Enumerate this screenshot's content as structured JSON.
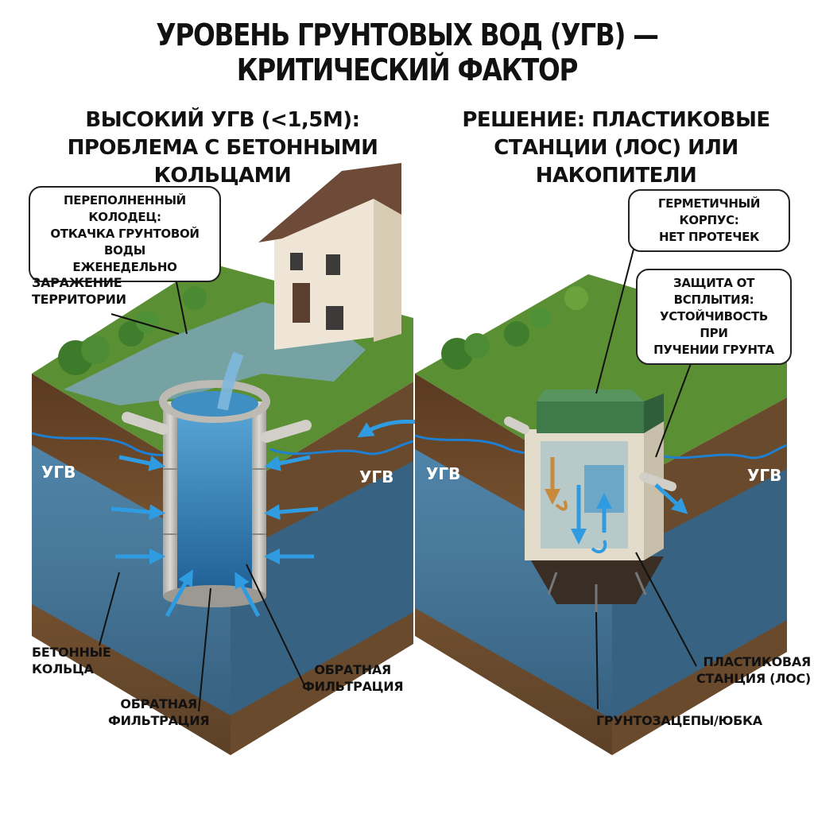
{
  "title": "УРОВЕНЬ ГРУНТОВЫХ ВОД (УГВ) — КРИТИЧЕСКИЙ ФАКТОР",
  "left": {
    "heading": [
      "ВЫСОКИЙ УГВ (<1,5М):",
      "ПРОБЛЕМА С БЕТОННЫМИ КОЛЬЦАМИ"
    ],
    "callout": [
      "ПЕРЕПОЛНЕННЫЙ КОЛОДЕЦ:",
      "ОТКАЧКА ГРУНТОВОЙ ВОДЫ",
      "ЕЖЕНЕДЕЛЬНО"
    ],
    "contamination": [
      "ЗАРАЖЕНИЕ",
      "ТЕРРИТОРИИ"
    ],
    "rings": [
      "БЕТОННЫЕ",
      "КОЛЬЦА"
    ],
    "backflow_right": [
      "ОБРАТНАЯ",
      "ФИЛЬТРАЦИЯ"
    ],
    "backflow_bottom": [
      "ОБРАТНАЯ",
      "ФИЛЬТРАЦИЯ"
    ],
    "ugv_left": "УГВ",
    "ugv_right": "УГВ"
  },
  "right": {
    "heading": [
      "РЕШЕНИЕ: ПЛАСТИКОВЫЕ",
      "СТАНЦИИ (ЛОС) ИЛИ НАКОПИТЕЛИ"
    ],
    "callout_sealed": [
      "ГЕРМЕТИЧНЫЙ КОРПУС:",
      "НЕТ ПРОТЕЧЕК"
    ],
    "callout_float": [
      "ЗАЩИТА ОТ ВСПЛЫТИЯ:",
      "УСТОЙЧИВОСТЬ ПРИ",
      "ПУЧЕНИИ ГРУНТА"
    ],
    "station": [
      "ПЛАСТИКОВАЯ",
      "СТАНЦИЯ (ЛОС)"
    ],
    "anchors": "ГРУНТОЗАЦЕПЫ/ЮБКА",
    "ugv_left": "УГВ",
    "ugv_right": "УГВ"
  },
  "colors": {
    "grass": "#4f8a2e",
    "soil": "#6b4a2b",
    "water": "#3a7fb0",
    "arrow": "#2f9be0",
    "concrete": "#c9c6c0",
    "lid": "#3f7a4a"
  }
}
